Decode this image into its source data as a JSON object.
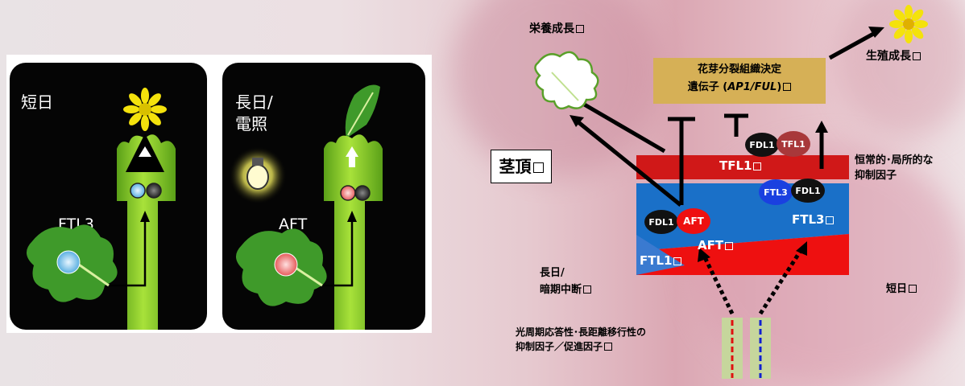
{
  "left_panels": {
    "short_day": {
      "condition": "短日",
      "florigen": "FTL3"
    },
    "long_day": {
      "condition_line1": "長日/",
      "condition_line2": "電照",
      "florigen": "AFT"
    }
  },
  "diagram": {
    "vegetative_growth": "栄養成長",
    "reproductive_growth": "生殖成長",
    "meristem_gene_line1": "花芽分裂組織決定",
    "meristem_gene_prefix": "遺伝子 (",
    "meristem_gene_italic": "AP1/FUL",
    "meristem_gene_suffix": ")",
    "shoot_apex": "茎頂",
    "tfl1_region": "TFL1",
    "ftl3_region": "FTL3",
    "aft_region": "AFT",
    "ftl1_region": "FTL1",
    "constitutive_line1": "恒常的･局所的な",
    "constitutive_line2": "抑制因子",
    "long_day_line1": "長日/",
    "long_day_line2": "暗期中断",
    "short_day": "短日",
    "mobile_line1": "光周期応答性･長距離移行性の",
    "mobile_line2": "抑制因子／促進因子",
    "complexes": {
      "fdl1_a": "FDL1",
      "tfl1": "TFL1",
      "ftl3": "FTL3",
      "fdl1_b": "FDL1",
      "fdl1_c": "FDL1",
      "aft": "AFT"
    }
  },
  "colors": {
    "tfl1_band": "#d01818",
    "ftl3_region": "#1a70c8",
    "aft_region": "#ee1010",
    "gene_box": "#d6b056",
    "stem_green": "#8fd12a"
  }
}
